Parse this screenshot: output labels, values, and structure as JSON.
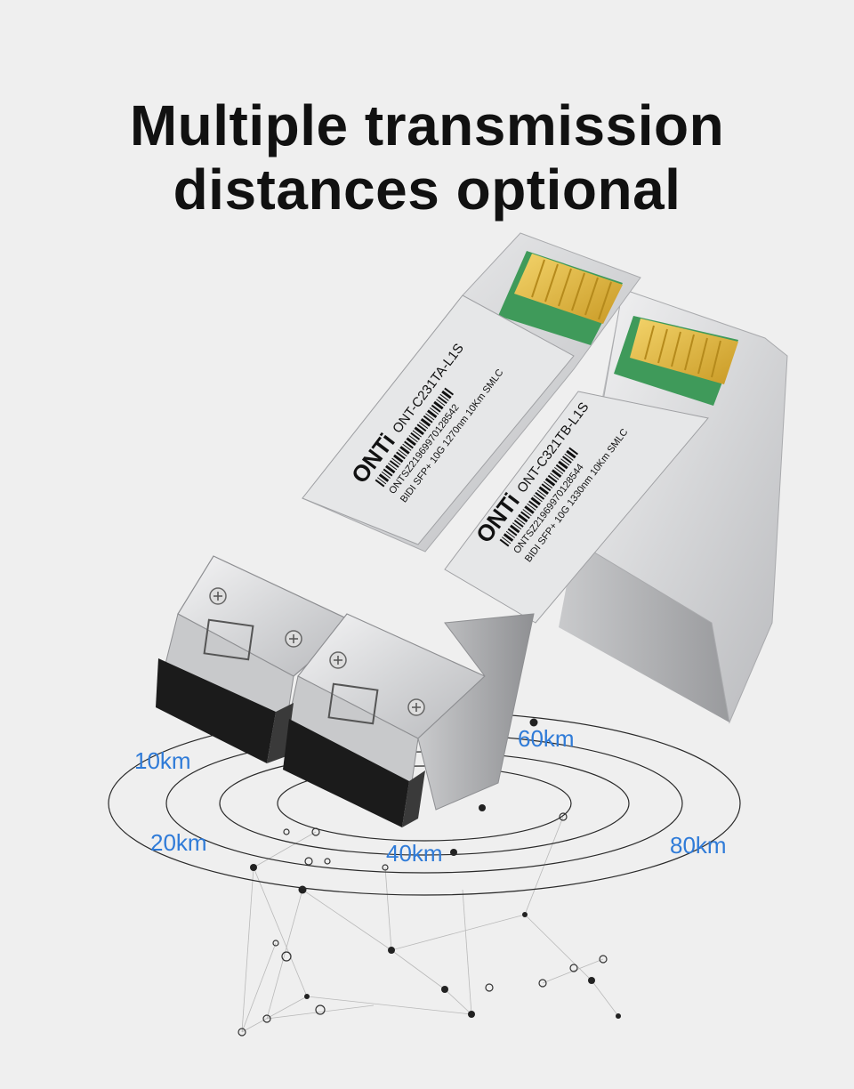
{
  "headline": {
    "line1": "Multiple transmission",
    "line2": "distances optional"
  },
  "distances": [
    "10km",
    "20km",
    "40km",
    "60km",
    "80km"
  ],
  "modules": [
    {
      "brand": "ONTi",
      "model": "ONT-C231TA-L1S",
      "serial": "ONTSZ21969970128542",
      "spec": "BIDI SFP+ 10G 1270nm 10Km SMLC"
    },
    {
      "brand": "ONTi",
      "model": "ONT-C321TB-L1S",
      "serial": "ONTSZ21969970128544",
      "spec": "BIDI SFP+ 10G 1330nm 10Km SMLC"
    }
  ],
  "colors": {
    "background": "#efefef",
    "title": "#111111",
    "distance_label": "#2f7bd8",
    "module_metal": "#d9dadc",
    "contacts": "#e8c14a",
    "pcb": "#3f9a5a"
  }
}
